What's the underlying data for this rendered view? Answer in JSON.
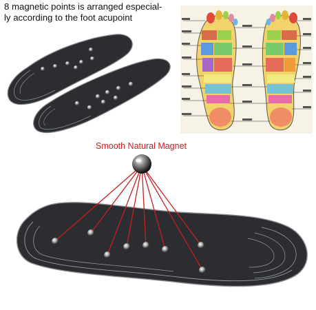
{
  "captions": {
    "top_line_1": "8 magnetic points is arranged especial-",
    "top_line_2": "ly according to the foot acupoint",
    "middle": "Smooth Natural Magnet"
  },
  "colors": {
    "insole": "#2b2d30",
    "insole_edge": "#7c7f84",
    "magnet_lines": "#c81e1e",
    "caption_accent": "#c81e1e",
    "chart_background": "#f6f2e6"
  },
  "icons": {
    "magnet_sphere": "magnet-ball-icon",
    "acupoint_chart": "foot-reflexology-chart-icon"
  }
}
